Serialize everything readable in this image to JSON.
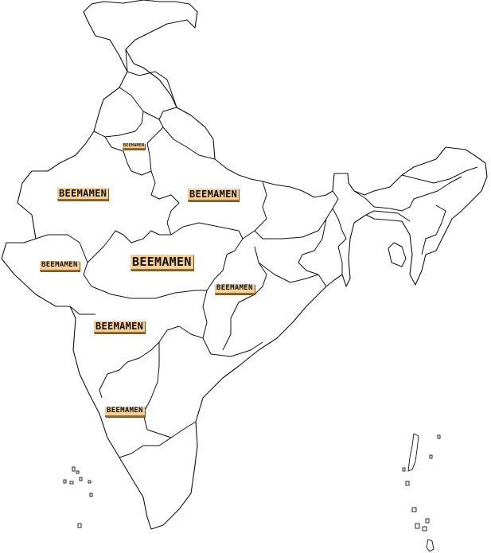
{
  "map": {
    "colors": {
      "label_fill": "#f5cf95",
      "outline": "#111111",
      "background": "#ffffff"
    },
    "labels": {
      "rajasthan": "BEEMAMEN",
      "uttar_pradesh": "BEEMAMEN",
      "gujarat": "BEEMAMEN",
      "madhya_pradesh": "BEEMAMEN",
      "chhattisgarh": "BEEMAMEN",
      "maharashtra": "BEEMAMEN",
      "karnataka": "BEEMAMEN",
      "delhi": "BEEMAMEN"
    }
  }
}
